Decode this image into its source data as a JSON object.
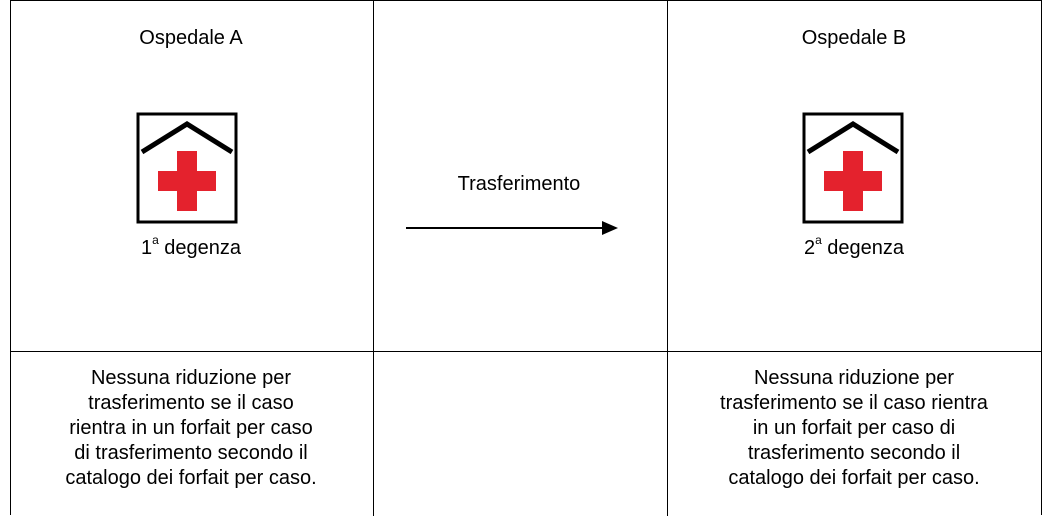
{
  "hospital_a": {
    "title": "Ospedale A",
    "stay_number": "1",
    "stay_sup": "a",
    "stay_word": " degenza",
    "note_lines": [
      "Nessuna riduzione per",
      "trasferimento se il caso",
      "rientra in un forfait per caso",
      "di trasferimento secondo il",
      "catalogo dei forfait per caso."
    ]
  },
  "transfer": {
    "label": "Trasferimento"
  },
  "hospital_b": {
    "title": "Ospedale B",
    "stay_number": "2",
    "stay_sup": "a",
    "stay_word": " degenza",
    "note_lines": [
      "Nessuna riduzione per",
      "trasferimento se il caso rientra",
      "in un forfait per caso di",
      "trasferimento secondo il",
      "catalogo dei forfait per caso."
    ]
  },
  "colors": {
    "cross": "#e4222d",
    "roof": "#000000"
  },
  "icons": {
    "hospital": "hospital-icon",
    "arrow": "arrow-right-icon"
  }
}
